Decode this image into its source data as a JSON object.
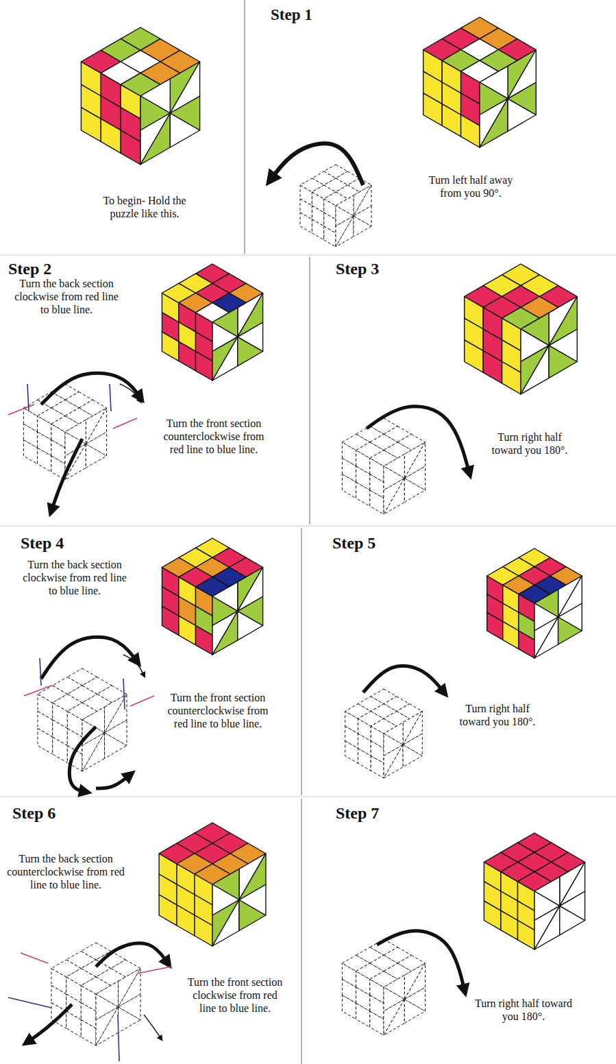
{
  "diagram": {
    "labels": [
      "To begin- Hold the puzzle like this.",
      "Step 1",
      "Turn left half away from you 90°.",
      "Step 2",
      "Turn the back section clockwise from red line to blue line.",
      "Turn the front section counterclockwise from red line to blue line.",
      "Step 3",
      "Turn right half toward you 180°.",
      "Step 4",
      "Turn the back section clockwise from red line to blue line.",
      "Turn the front section counterclockwise from red line to blue line.",
      "Step 5",
      "Turn right half toward you 180°.",
      "Step 6",
      "Turn the back section counterclockwise from red line to blue line.",
      "Turn the front section clockwise from red line to blue line.",
      "Step 7",
      "Turn right half toward you 180°."
    ]
  }
}
